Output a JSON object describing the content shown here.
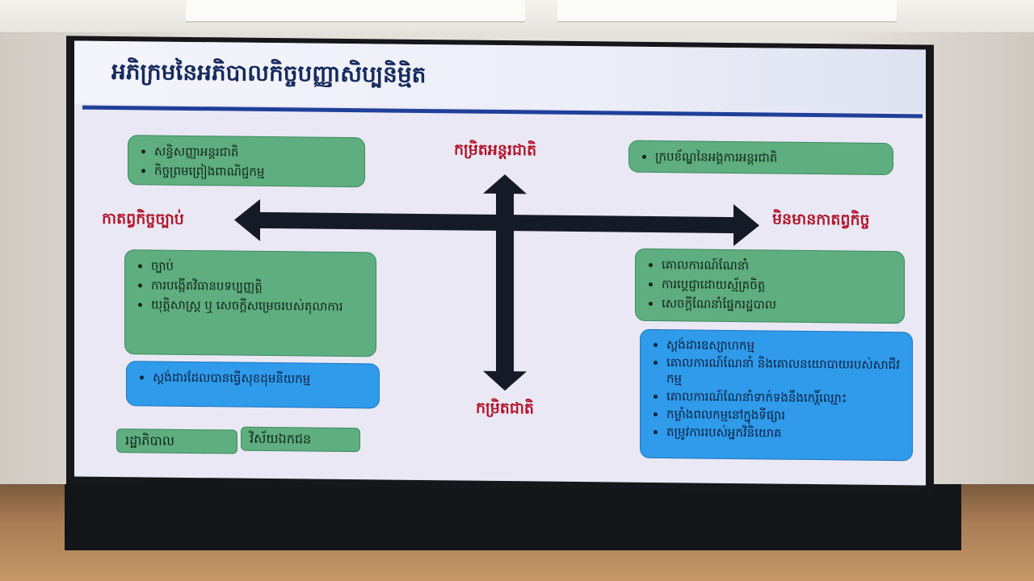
{
  "slide": {
    "title": "អភិក្រមនៃអភិបាលកិច្ចបញ្ញាសិប្បនិម្មិត",
    "axis_labels": {
      "top": "កម្រិតអន្តរជាតិ",
      "bottom": "កម្រិតជាតិ",
      "left": "កាតព្វកិច្ចច្បាប់",
      "right": "មិនមានកាតព្វកិច្ច"
    },
    "boxes": {
      "top_left": [
        "សន្ធិសញ្ញាអន្តរជាតិ",
        "កិច្ចព្រមព្រៀងពាណិជ្ជកម្ម"
      ],
      "top_right": [
        "ក្របខ័ណ្ឌនៃអង្គការអន្តរជាតិ"
      ],
      "mid_left": [
        "ច្បាប់",
        "ការបង្កើតវិធានបទប្បញ្ញត្តិ",
        "យុត្តិសាស្ត្រ ឬ សេចក្តីសម្រេចរបស់តុលាការ"
      ],
      "mid_right": [
        "គោលការណ៍ណែនាំ",
        "ការប្តេជ្ញាដោយស្ម័គ្រចិត្ត",
        "សេចក្តីណែនាំផ្នែករដ្ឋបាល"
      ],
      "bottom_left_blue": [
        "ស្តង់ដារដែលបានធ្វើសុខដុមនីយកម្ម"
      ],
      "bottom_right_blue": [
        "ស្តង់ដារឧស្សាហកម្ម",
        "គោលការណ៍ណែនាំ និងគោលនយោបាយរបស់សាជីវកម្ម",
        "គោលការណ៍ណែនាំទាក់ទងនឹងកេរ្តិ៍ឈ្មោះ",
        "កម្លាំងពលកម្មនៅក្នុងទីផ្សារ",
        "តម្រូវការរបស់អ្នកវិនិយោគ"
      ]
    },
    "tags": [
      "រដ្ឋាភិបាល",
      "វិស័យឯកជន"
    ],
    "colors": {
      "title": "#152a5c",
      "rule": "#1f3f9a",
      "axis_label": "#b3162d",
      "green_box": "#5fae7f",
      "blue_box": "#2f9bea",
      "arrow": "#141a26"
    }
  }
}
